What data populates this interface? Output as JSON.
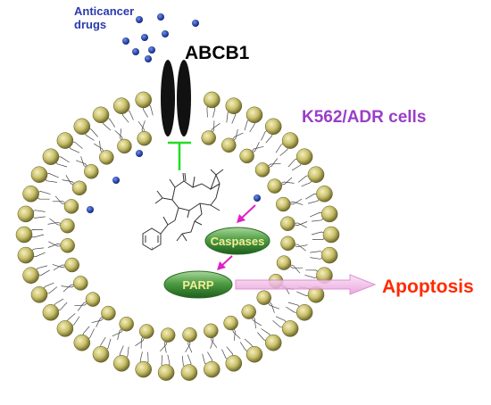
{
  "labels": {
    "drugs_line1": "Anticancer",
    "drugs_line2": "drugs",
    "transporter": "ABCB1",
    "cell_line": "K562/ADR cells",
    "caspases": "Caspases",
    "parp": "PARP",
    "apoptosis": "Apoptosis"
  },
  "colors": {
    "drug": "#1c3aa6",
    "drug_text": "#2a3aae",
    "transporter": "#111111",
    "cell_line_text": "#9a3ec8",
    "inhibition": "#22dd22",
    "activation_arrow": "#e020c8",
    "apoptosis_text": "#ff2a00",
    "apoptosis_arrow": "#f0b0e8",
    "enzyme_fill": "#3e8f3a",
    "enzyme_text": "#f4ec9a",
    "lipid_head": "#c9c06a",
    "lipid_tail": "#444444"
  }
}
